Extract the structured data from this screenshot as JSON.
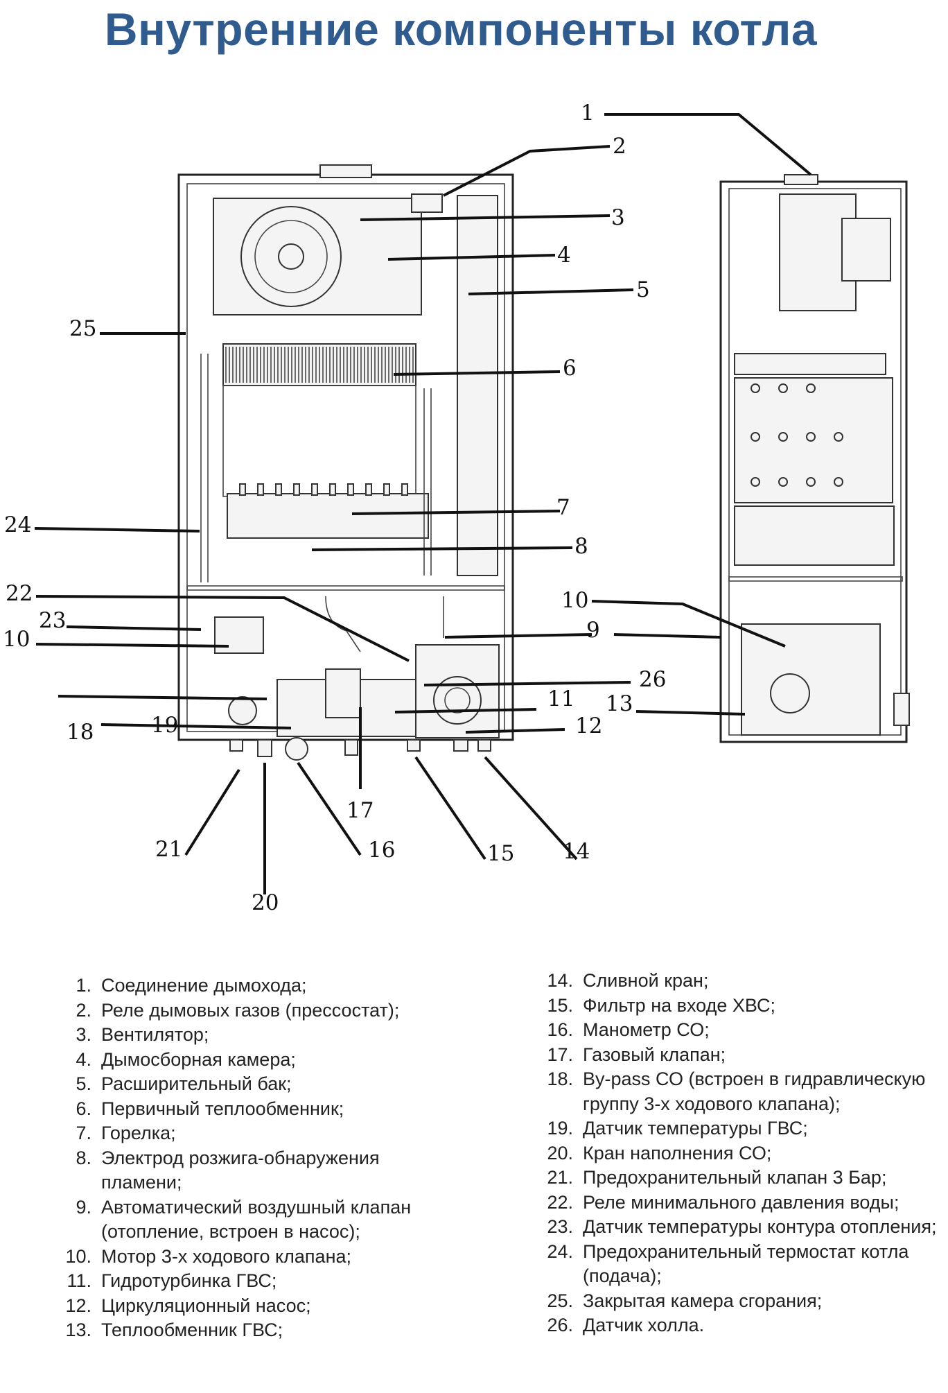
{
  "title": "Внутренние компоненты котла",
  "callouts": [
    "1",
    "2",
    "3",
    "4",
    "5",
    "6",
    "7",
    "8",
    "9",
    "10",
    "11",
    "12",
    "13",
    "14",
    "15",
    "16",
    "17",
    "18",
    "19",
    "20",
    "21",
    "22",
    "23",
    "24",
    "25",
    "26",
    "10"
  ],
  "legend_left": [
    {
      "num": "1.",
      "text": "Соединение дымохода;"
    },
    {
      "num": "2.",
      "text": "Реле дымовых газов (прессостат);"
    },
    {
      "num": "3.",
      "text": "Вентилятор;"
    },
    {
      "num": "4.",
      "text": "Дымосборная камера;"
    },
    {
      "num": "5.",
      "text": "Расширительный бак;"
    },
    {
      "num": "6.",
      "text": "Первичный теплообменник;"
    },
    {
      "num": "7.",
      "text": "Горелка;"
    },
    {
      "num": "8.",
      "text": "Электрод розжига-обнаружения пламени;"
    },
    {
      "num": "9.",
      "text": "Автоматический воздушный клапан (отопление, встроен в насос);"
    },
    {
      "num": "10.",
      "text": "Мотор 3-х ходового клапана;"
    },
    {
      "num": "11.",
      "text": "Гидротурбинка ГВС;"
    },
    {
      "num": "12.",
      "text": "Циркуляционный насос;"
    },
    {
      "num": "13.",
      "text": "Теплообменник ГВС;"
    }
  ],
  "legend_right": [
    {
      "num": "14.",
      "text": "Сливной кран;"
    },
    {
      "num": "15.",
      "text": "Фильтр на входе ХВС;"
    },
    {
      "num": "16.",
      "text": "Манометр СО;"
    },
    {
      "num": "17.",
      "text": "Газовый клапан;"
    },
    {
      "num": "18.",
      "text": "By-pass СО (встроен в гидравлическую группу 3-х ходового клапана);"
    },
    {
      "num": "19.",
      "text": "Датчик температуры ГВС;"
    },
    {
      "num": "20.",
      "text": "Кран наполнения СО;"
    },
    {
      "num": "21.",
      "text": "Предохранительный клапан 3 Бар;"
    },
    {
      "num": "22.",
      "text": "Реле минимального давления воды;"
    },
    {
      "num": "23.",
      "text": "Датчик температуры контура отопления;"
    },
    {
      "num": "24.",
      "text": "Предохранительный термостат котла (подача);"
    },
    {
      "num": "25.",
      "text": "Закрытая камера сгорания;"
    },
    {
      "num": "26.",
      "text": "Датчик холла."
    }
  ]
}
